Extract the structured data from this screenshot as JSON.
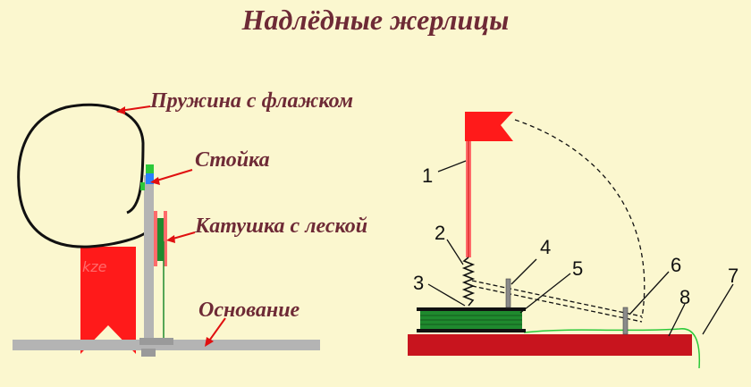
{
  "title": "Надлёдные жерлицы",
  "left_diagram": {
    "labels": {
      "spring": "Пружина с флажком",
      "stand": "Стойка",
      "reel": "Катушка с леской",
      "base": "Основание"
    },
    "watermark": "kze"
  },
  "right_diagram": {
    "numbers": [
      "1",
      "2",
      "3",
      "4",
      "5",
      "6",
      "7",
      "8"
    ]
  },
  "colors": {
    "background": "#fbf7cf",
    "label": "#6e2a36",
    "flag": "#ff1a1a",
    "arrow": "#e01010",
    "base_gray": "#b4b4b4",
    "reel_green": "#1f8a2e",
    "board": "#c8141e"
  }
}
